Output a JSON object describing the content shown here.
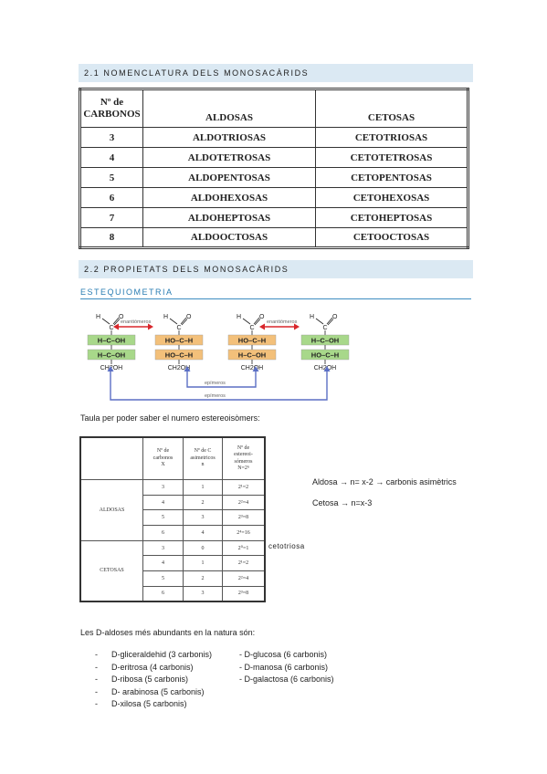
{
  "section1": {
    "title": "2.1 NOMENCLATURA DELS MONOSACÀRIDS"
  },
  "table1": {
    "headers": [
      "Nº de\nCARBONOS",
      "ALDOSAS",
      "CETOSAS"
    ],
    "rows": [
      [
        "3",
        "ALDOTRIOSAS",
        "CETOTRIOSAS"
      ],
      [
        "4",
        "ALDOTETROSAS",
        "CETOTETROSAS"
      ],
      [
        "5",
        "ALDOPENTOSAS",
        "CETOPENTOSAS"
      ],
      [
        "6",
        "ALDOHEXOSAS",
        "CETOHEXOSAS"
      ],
      [
        "7",
        "ALDOHEPTOSAS",
        "CETOHEPTOSAS"
      ],
      [
        "8",
        "ALDOOCTOSAS",
        "CETOOCTOSAS"
      ]
    ]
  },
  "section2": {
    "title": "2.2 PROPIETATS DELS MONOSACÀRIDS",
    "subtitle": "ESTEQUIOMETRIA"
  },
  "figure": {
    "enantiomers_label": "enantiómeros",
    "epimers_label": "epímeros",
    "ho_c_h": "HO–C–H",
    "h_c_oh": "H–C–OH",
    "h": "H",
    "c": "C",
    "o": "O",
    "ch2oh": "CH2OH",
    "colors": {
      "green": "#a8d88a",
      "orange": "#f3c07a",
      "red": "#d8262b",
      "blue": "#5b6fc4"
    }
  },
  "text_stereo": "Taula per poder saber el numero estereoisòmers:",
  "table2": {
    "headers": [
      "Nº de\ncarbonos\nX",
      "Nº de C\nasimetricos\nn",
      "Nº de\nestereoi-\nsómeros\nN=2ⁿ"
    ],
    "groups": [
      {
        "name": "ALDOSAS",
        "rows": [
          [
            "3",
            "1",
            "2¹=2"
          ],
          [
            "4",
            "2",
            "2²=4"
          ],
          [
            "5",
            "3",
            "2³=8"
          ],
          [
            "6",
            "4",
            "2⁴=16"
          ]
        ]
      },
      {
        "name": "CETOSAS",
        "rows": [
          [
            "3",
            "0",
            "2⁰=1"
          ],
          [
            "4",
            "1",
            "2¹=2"
          ],
          [
            "5",
            "2",
            "2²=4"
          ],
          [
            "6",
            "3",
            "2³=8"
          ]
        ]
      }
    ]
  },
  "side_note": "cetotriosa",
  "aldosa_rule": "Aldosa → n= x-2 → carbonis asimètrics",
  "cetosa_rule": "Cetosa → n=x-3",
  "text_abundant": "Les D-aldoses més abundants en la natura són:",
  "list_left": [
    "D-gliceraldehid  (3 carbonis)",
    "D-eritrosa (4 carbonis)",
    "D-ribosa (5 carbonis)",
    "D- arabinosa (5 carbonis)",
    "D-xilosa (5 carbonis)"
  ],
  "list_right": [
    "- D-glucosa (6 carbonis)",
    "- D-manosa (6 carbonis)",
    "- D-galactosa (6 carbonis)"
  ],
  "bullet": "-"
}
